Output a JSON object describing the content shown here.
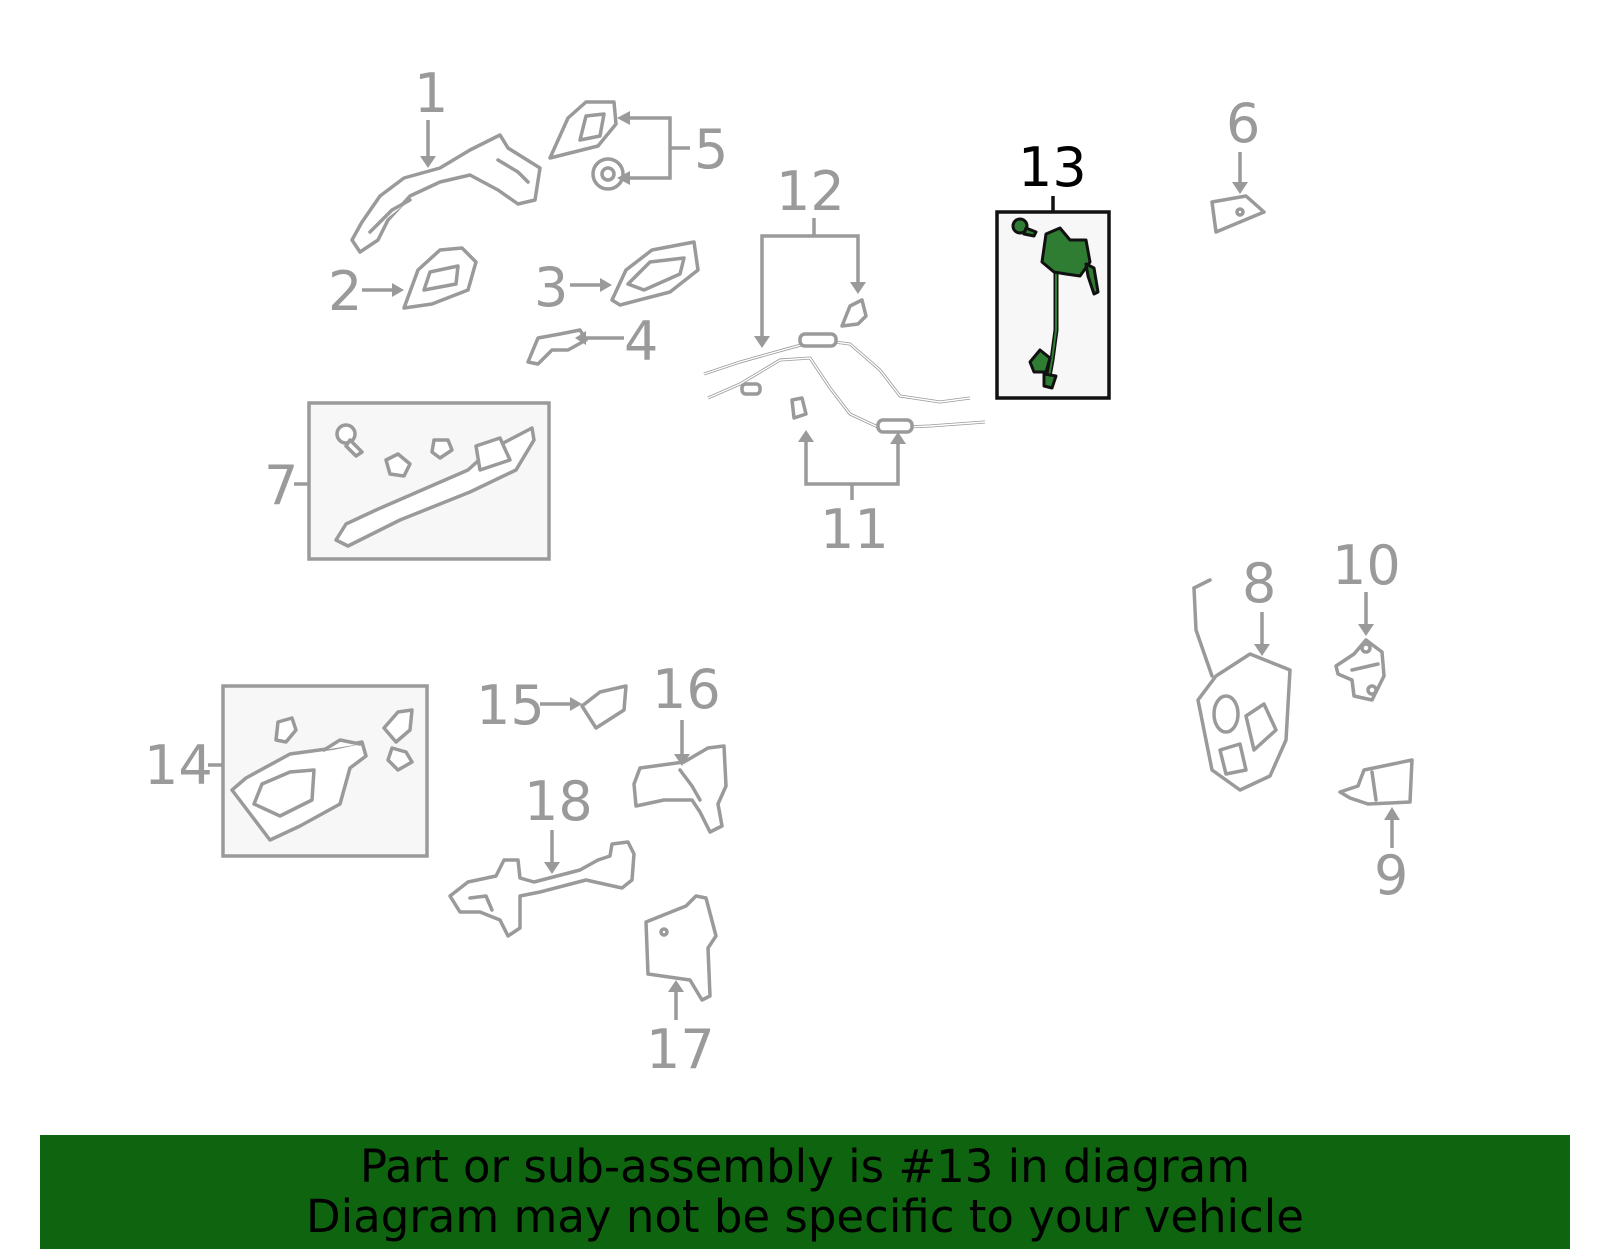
{
  "callouts": {
    "c1": "1",
    "c2": "2",
    "c3": "3",
    "c4": "4",
    "c5": "5",
    "c6": "6",
    "c7": "7",
    "c8": "8",
    "c9": "9",
    "c10": "10",
    "c11": "11",
    "c12": "12",
    "c13": "13",
    "c14": "14",
    "c15": "15",
    "c16": "16",
    "c17": "17",
    "c18": "18"
  },
  "highlighted_part": "13",
  "colors": {
    "highlight_part": "#2e7d32",
    "banner_background": "#0f640f",
    "parts_gray": "#9a9a9a"
  },
  "banner": {
    "line1": "Part or sub-assembly is #13 in diagram",
    "line2": "Diagram may not be specific to your vehicle"
  }
}
